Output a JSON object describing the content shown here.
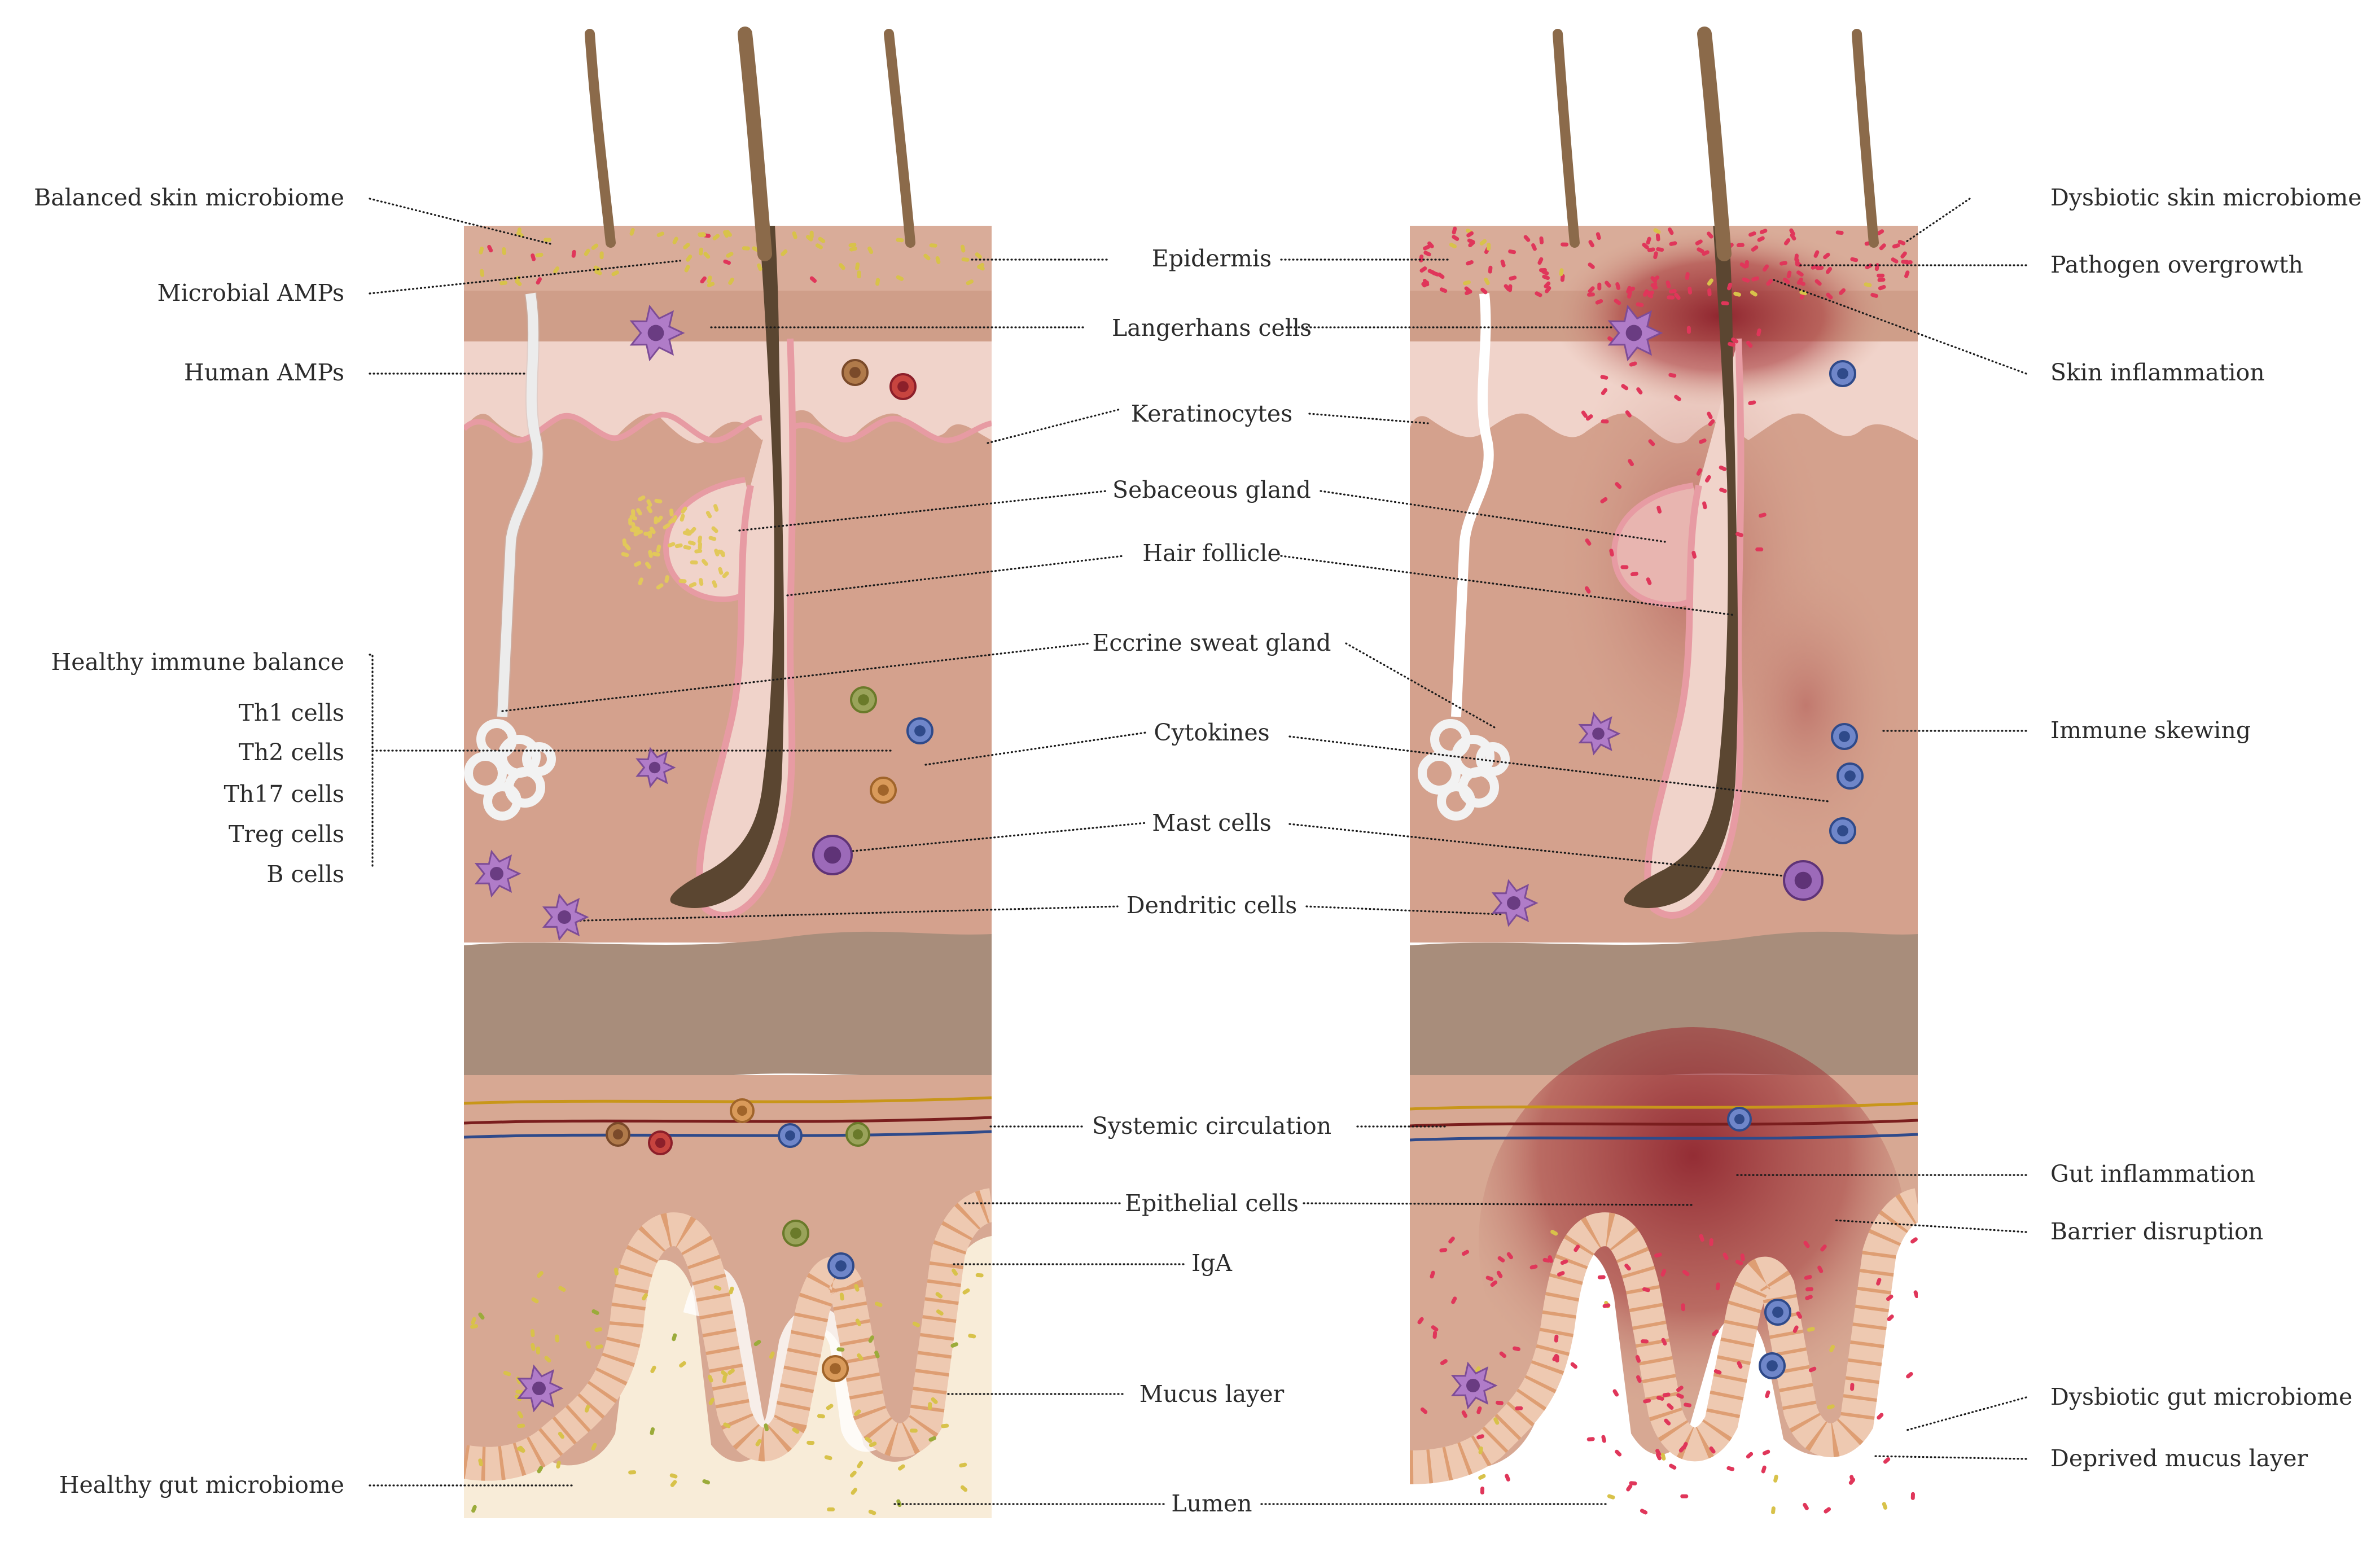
{
  "center_labels": {
    "epidermis": "Epidermis",
    "langerhans": "Langerhans cells",
    "keratinocytes": "Keratinocytes",
    "sebaceous": "Sebaceous gland",
    "hair_follicle": "Hair follicle",
    "eccrine": "Eccrine sweat gland",
    "cytokines": "Cytokines",
    "mast_cells": "Mast cells",
    "dendritic": "Dendritic cells",
    "systemic": "Systemic circulation",
    "epithelial": "Epithelial cells",
    "iga": "IgA",
    "mucus": "Mucus layer",
    "lumen": "Lumen"
  },
  "left_labels": {
    "balanced_skin": "Balanced skin microbiome",
    "microbial_amps": "Microbial AMPs",
    "human_amps": "Human AMPs",
    "immune_balance": "Healthy immune balance",
    "th1": "Th1 cells",
    "th2": "Th2 cells",
    "th17": "Th17 cells",
    "treg": "Treg cells",
    "bcells": "B cells",
    "healthy_gut": "Healthy gut microbiome"
  },
  "right_labels": {
    "dysbiotic_skin": "Dysbiotic skin microbiome",
    "pathogen": "Pathogen overgrowth",
    "skin_inflammation": "Skin inflammation",
    "immune_skewing": "Immune skewing",
    "gut_inflammation": "Gut inflammation",
    "barrier": "Barrier disruption",
    "dysbiotic_gut": "Dysbiotic gut microbiome",
    "deprived_mucus": "Deprived mucus layer"
  },
  "colors": {
    "skin_tone": "#d7a893",
    "epidermis_top": "#e9c3b3",
    "dermis": "#d4a18d",
    "papillary": "#f0d3ca",
    "hypodermis": "#a88d7b",
    "hair": "#8b6a4a",
    "follicle_inner": "#5b4631",
    "inflammation": "#8c1f2a",
    "mucus": "#f8ecd8",
    "microbe_healthy": "#d8c24a",
    "microbe_pathogen": "#e0365a",
    "vessel_blue": "#2f4a8a",
    "vessel_red": "#7a1e1e",
    "nerve": "#c8961a"
  }
}
